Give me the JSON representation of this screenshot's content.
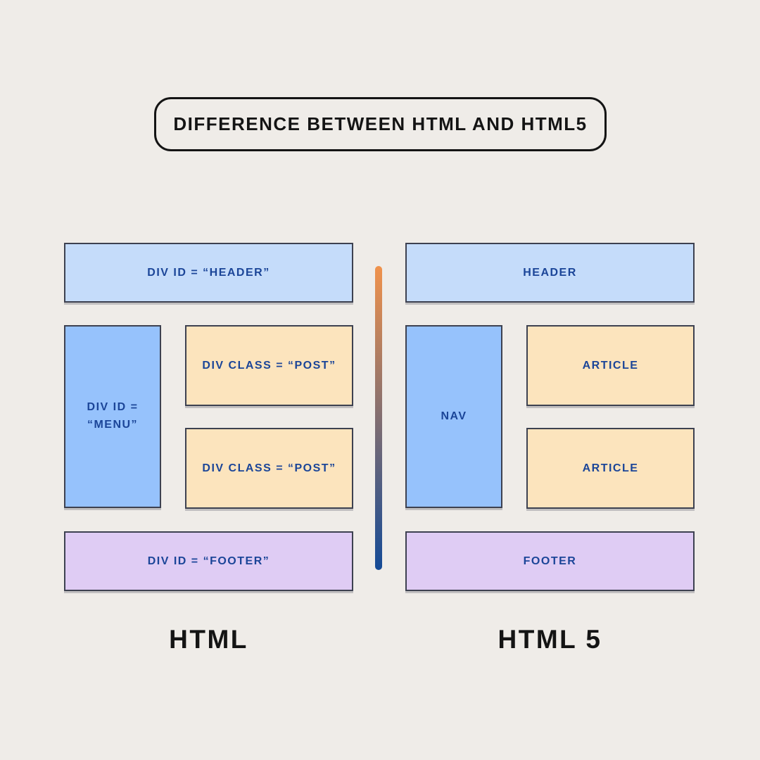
{
  "title": "DIFFERENCE BETWEEN HTML AND HTML5",
  "left": {
    "caption": "HTML",
    "header": "DIV ID = “HEADER”",
    "menu": "DIV ID = “MENU”",
    "post1": "DIV CLASS = “POST”",
    "post2": "DIV CLASS = “POST”",
    "footer": "DIV ID = “FOOTER”"
  },
  "right": {
    "caption": "HTML 5",
    "header": "HEADER",
    "nav": "NAV",
    "article1": "ARTICLE",
    "article2": "ARTICLE",
    "footer": "FOOTER"
  },
  "colors": {
    "page-bg": "#efece8",
    "title-text": "#141414",
    "box-border": "#3d4150",
    "box-text": "#1b4598",
    "box-light-blue": "#c5dcfa",
    "box-blue": "#96c2fc",
    "box-peach": "#fce4bd",
    "box-lavender": "#dfccf4",
    "divider-top": "#f0924c",
    "divider-bottom": "#144a96"
  }
}
